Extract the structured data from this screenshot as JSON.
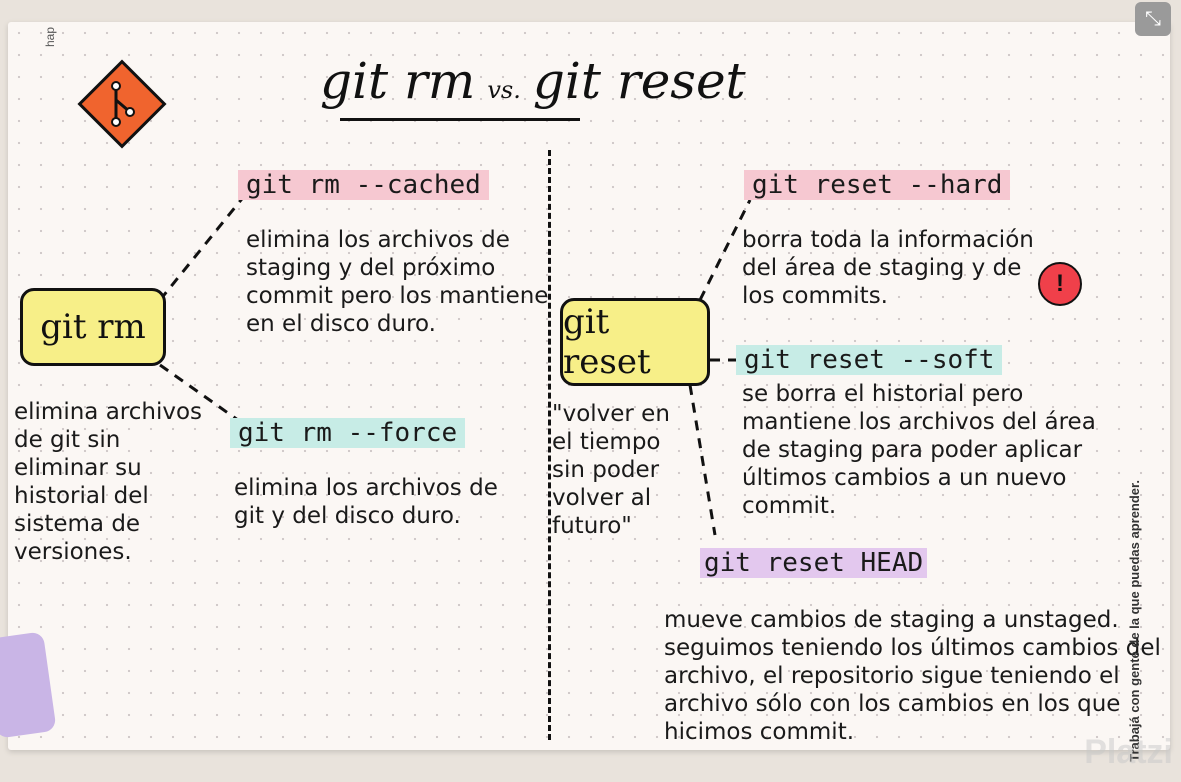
{
  "title": {
    "left": "git rm",
    "vs": "vs.",
    "right": "git reset"
  },
  "logo": "git-logo",
  "side_text": "Trabajá con gente de la que puedas aprender.",
  "corner_label": "hap",
  "watermark": "Platzi",
  "left": {
    "box": "git rm",
    "desc": "elimina archivos de git sin eliminar su historial del sistema de versiones.",
    "cached_cmd": "git rm --cached",
    "cached_desc": "elimina los archivos de staging y del próximo commit pero los mantiene en el disco duro.",
    "force_cmd": "git rm --force",
    "force_desc": "elimina los archivos de git y del disco duro."
  },
  "right": {
    "box": "git reset",
    "desc": "\"volver en el tiempo sin poder volver al futuro\"",
    "hard_cmd": "git reset --hard",
    "hard_desc": "borra toda la información del área de staging y de los commits.",
    "warn": "!",
    "soft_cmd": "git reset --soft",
    "soft_desc": "se borra el historial pero mantiene los archivos del área de staging para poder aplicar últimos cambios a un nuevo commit.",
    "head_cmd": "git reset HEAD",
    "head_desc": "mueve cambios de staging a unstaged. seguimos teniendo los últimos cambios del archivo, el repositorio sigue teniendo el archivo sólo con los cambios en los que hicimos commit."
  },
  "colors": {
    "yellow": "#f7ef88",
    "pink": "#f6c8d1",
    "teal": "#c7ece6",
    "purple": "#e3c8ee",
    "logo": "#f0642e"
  }
}
